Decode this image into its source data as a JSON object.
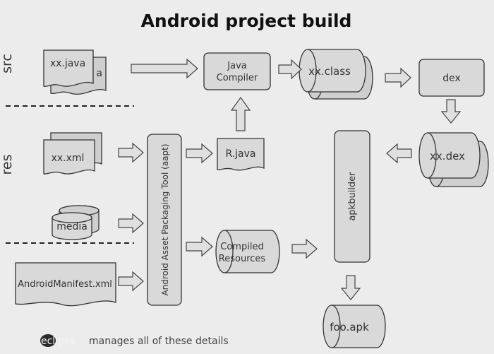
{
  "title": "Android project build",
  "sections": {
    "src": "src",
    "res": "res"
  },
  "nodes": {
    "xx_java": "xx.java",
    "xx_java_back": "a",
    "java_compiler_line1": "Java",
    "java_compiler_line2": "Compiler",
    "xx_class": "xx.class",
    "dex": "dex",
    "xx_xml": "xx.xml",
    "media": "media",
    "android_manifest": "AndroidManifest.xml",
    "aapt": "Android Asset Packaging Tool (aapt)",
    "r_java": "R.java",
    "compiled_resources_line1": "Compiled",
    "compiled_resources_line2": "Resources",
    "apkbuilder": "apkbuilder",
    "xx_dex": "xx.dex",
    "foo_apk": "foo.apk"
  },
  "footer": {
    "logo_text": "eclipse",
    "text": "manages all of these details"
  },
  "colors": {
    "background": "#ececec",
    "shape_fill": "#d9d9d9",
    "arrow_fill": "#e0e0e0",
    "outline": "#333333"
  }
}
